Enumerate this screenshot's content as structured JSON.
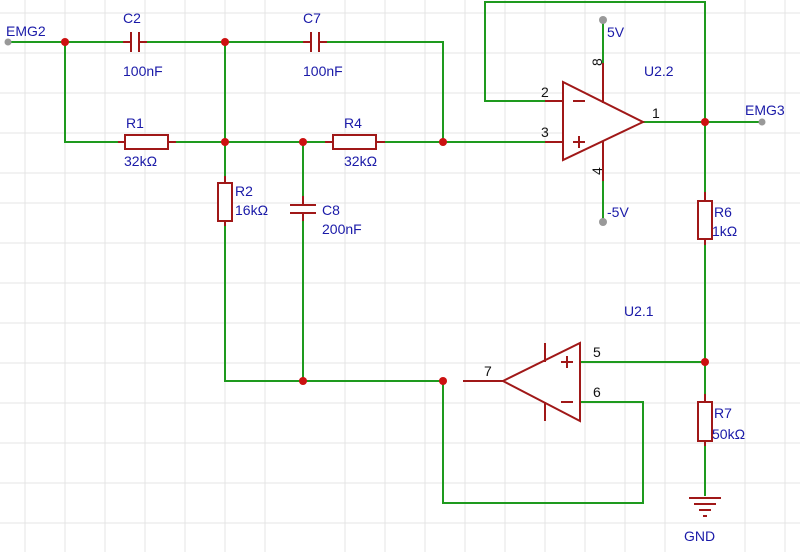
{
  "nets": {
    "input": "EMG2",
    "output": "EMG3",
    "vpos": "5V",
    "vneg": "-5V",
    "ground": "GND"
  },
  "components": {
    "C2": {
      "ref": "C2",
      "value": "100nF"
    },
    "C7": {
      "ref": "C7",
      "value": "100nF"
    },
    "C8": {
      "ref": "C8",
      "value": "200nF"
    },
    "R1": {
      "ref": "R1",
      "value": "32kΩ"
    },
    "R4": {
      "ref": "R4",
      "value": "32kΩ"
    },
    "R2": {
      "ref": "R2",
      "value": "16kΩ"
    },
    "R6": {
      "ref": "R6",
      "value": "1kΩ"
    },
    "R7": {
      "ref": "R7",
      "value": "50kΩ"
    },
    "U22": {
      "ref": "U2.2",
      "pins": {
        "inv": "2",
        "noninv": "3",
        "out": "1",
        "vpos": "8",
        "vneg": "4"
      }
    },
    "U21": {
      "ref": "U2.1",
      "pins": {
        "noninv": "5",
        "inv": "6",
        "out": "7"
      }
    }
  },
  "colors": {
    "wire": "#1e9a1e",
    "component": "#a01818",
    "junction": "#cc1111",
    "label": "#1a1aa8"
  }
}
